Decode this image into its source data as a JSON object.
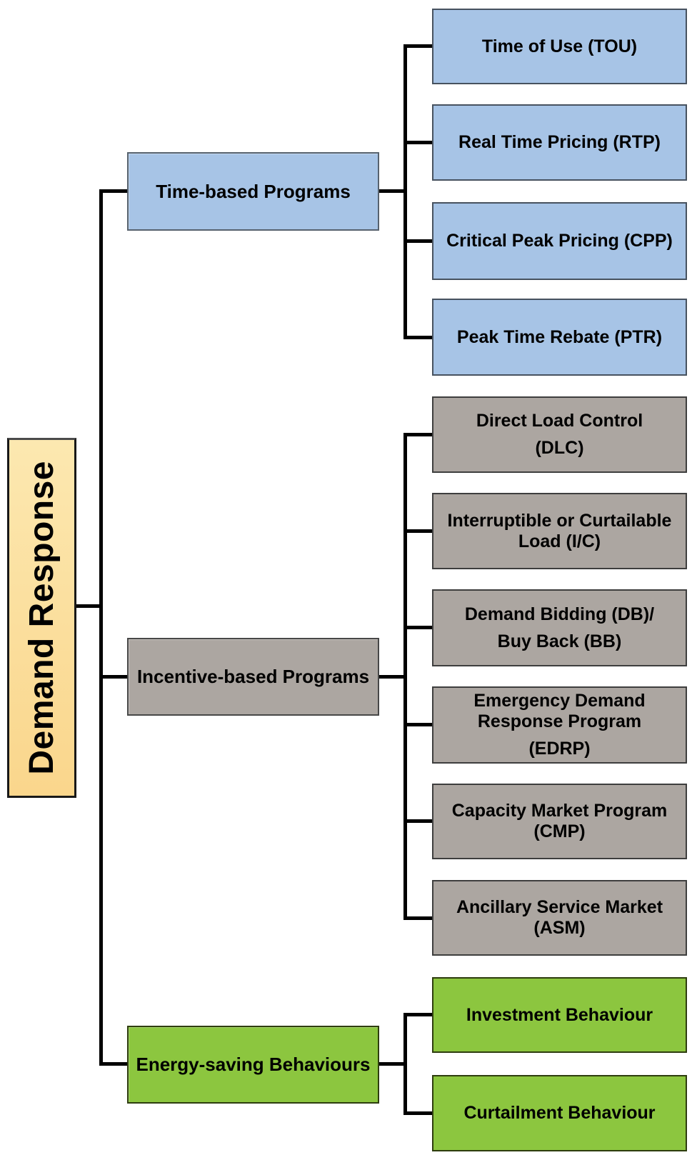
{
  "diagram_type": "tree",
  "root": {
    "label": "Demand Response"
  },
  "branches": [
    {
      "label": "Time-based Programs",
      "children": [
        {
          "paragraphs": [
            [
              "Time of Use (TOU)"
            ]
          ]
        },
        {
          "paragraphs": [
            [
              "Real Time Pricing (RTP)"
            ]
          ]
        },
        {
          "paragraphs": [
            [
              "Critical Peak Pricing (CPP)"
            ]
          ]
        },
        {
          "paragraphs": [
            [
              "Peak Time Rebate (PTR)"
            ]
          ]
        }
      ]
    },
    {
      "label": "Incentive-based Programs",
      "children": [
        {
          "paragraphs": [
            [
              "Direct Load Control"
            ],
            [
              "(DLC)"
            ]
          ]
        },
        {
          "paragraphs": [
            [
              "Interruptible or Curtailable",
              "Load (I/C)"
            ]
          ]
        },
        {
          "paragraphs": [
            [
              "Demand Bidding (DB)/"
            ],
            [
              "Buy Back (BB)"
            ]
          ]
        },
        {
          "paragraphs": [
            [
              "Emergency Demand",
              "Response Program"
            ],
            [
              "(EDRP)"
            ]
          ]
        },
        {
          "paragraphs": [
            [
              "Capacity Market Program",
              "(CMP)"
            ]
          ]
        },
        {
          "paragraphs": [
            [
              "Ancillary Service Market",
              "(ASM)"
            ]
          ]
        }
      ]
    },
    {
      "label": "Energy-saving Behaviours",
      "children": [
        {
          "paragraphs": [
            [
              "Investment Behaviour"
            ]
          ]
        },
        {
          "paragraphs": [
            [
              "Curtailment Behaviour"
            ]
          ]
        }
      ]
    }
  ],
  "colors": {
    "root_fill_top": "#FCE8B0",
    "root_fill_bottom": "#FAD68C",
    "time_based_fill": "#A7C4E6",
    "incentive_fill": "#ACA6A1",
    "energy_fill": "#8CC63F",
    "connector": "#000000",
    "text": "#000000"
  }
}
